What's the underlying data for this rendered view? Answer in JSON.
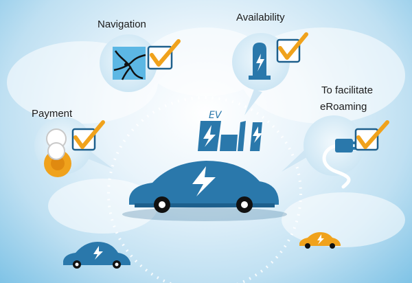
{
  "labels": {
    "navigation": "Navigation",
    "availability": "Availability",
    "payment": "Payment",
    "eroaming_line1": "To facilitate",
    "eroaming_line2": "eRoaming"
  },
  "ev_logo_text": "EV",
  "colors": {
    "car_blue": "#2a78ab",
    "car_blue_dark": "#1d5f8c",
    "accent_orange": "#f0a21c",
    "bubble_fill": "#d7edf8",
    "nav_tile": "#5cb7e4"
  },
  "icons": {
    "navigation": "map-icon",
    "availability": "charging-station-icon",
    "payment": "coins-icon",
    "eroaming": "plug-icon",
    "check": "checkmark-icon",
    "bolt": "lightning-bolt-icon"
  }
}
